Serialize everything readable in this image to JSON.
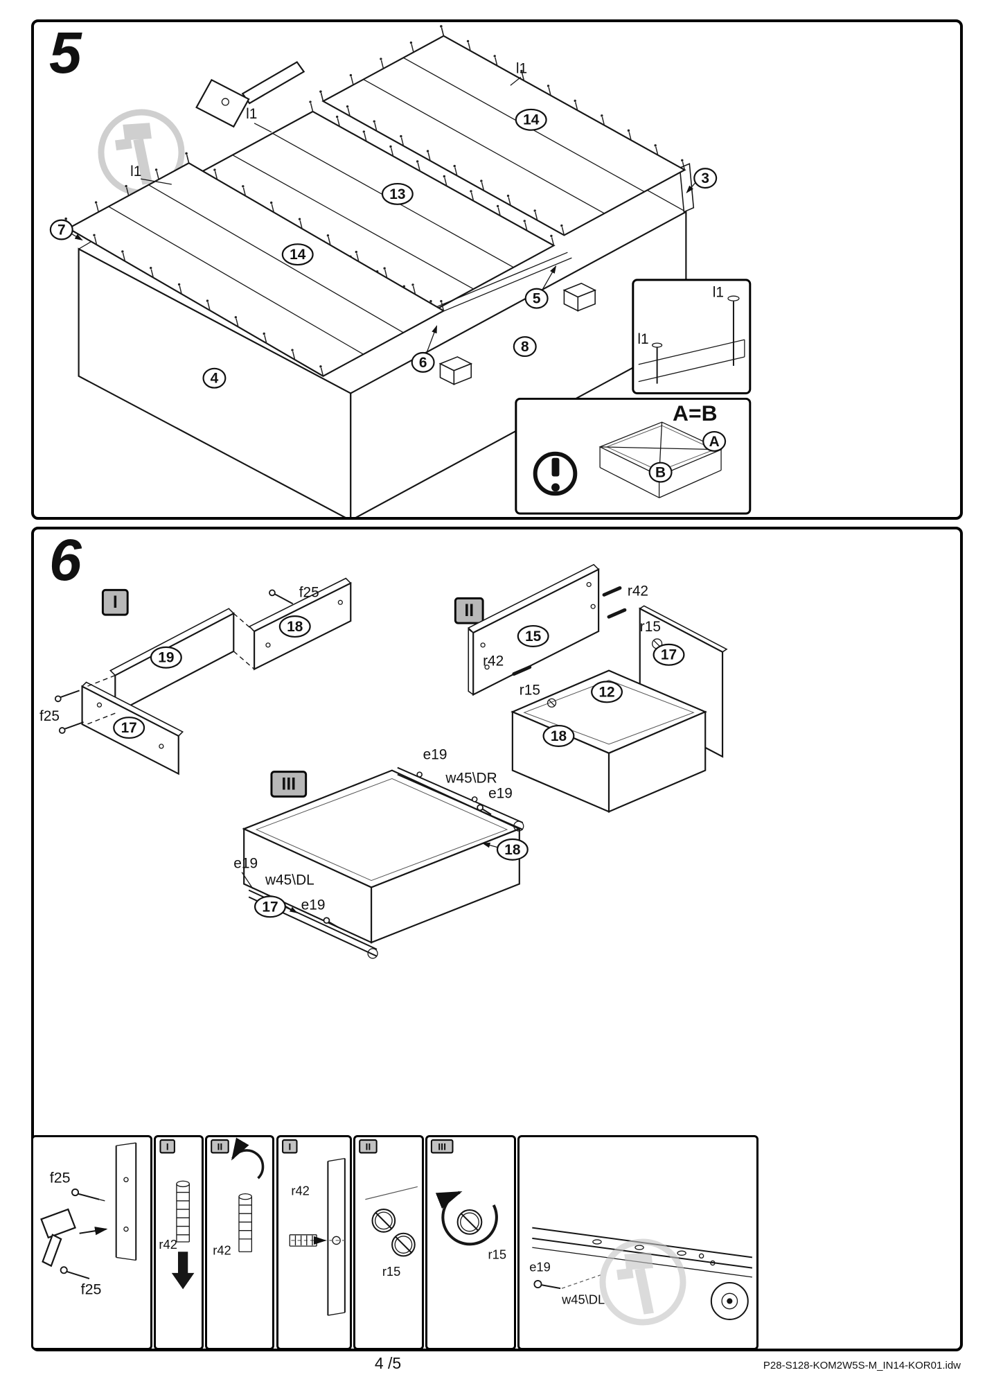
{
  "page": {
    "number": "4 /5",
    "doc_code": "P28-S128-KOM2W5S-M_IN14-KOR01.idw"
  },
  "step5": {
    "number": "5",
    "callouts": {
      "c14_rear": "14",
      "c13": "13",
      "c14_front": "14",
      "c4": "4",
      "c3": "3",
      "c7": "7",
      "c5": "5",
      "c6": "6",
      "c8": "8"
    },
    "nail_labels": {
      "top": "l1",
      "mid": "l1",
      "left": "l1"
    },
    "nail_inset": {
      "left": "l1",
      "right": "l1"
    },
    "ab_inset": {
      "formula": "A=B",
      "a": "A",
      "b": "B",
      "warning": "!"
    }
  },
  "step6": {
    "number": "6",
    "sub1": {
      "header": "I",
      "c19": "19",
      "c18": "18",
      "c17": "17",
      "f25_top": "f25",
      "f25_left": "f25"
    },
    "sub2": {
      "header": "II",
      "c15": "15",
      "c12": "12",
      "c18": "18",
      "c17": "17",
      "r42_top": "r42",
      "r42_left": "r42",
      "r15_right": "r15",
      "r15_mid": "r15"
    },
    "sub3": {
      "header": "III",
      "c18": "18",
      "c17": "17",
      "e19_top": "e19",
      "w45_dr": "w45\\DR",
      "e19_right": "e19",
      "e19_left": "e19",
      "w45_dl": "w45\\DL",
      "e19_bottom": "e19"
    }
  },
  "details": {
    "hammer_box": {
      "f25_top": "f25",
      "f25_bottom": "f25"
    },
    "dowel_insert": {
      "header": "I",
      "label": "r42"
    },
    "dowel_screw": {
      "header": "II",
      "label": "r42"
    },
    "panel_dowel": {
      "header": "I",
      "label": "r42"
    },
    "cam_insert": {
      "header": "II",
      "label": "r15"
    },
    "cam_turn": {
      "header": "III",
      "label": "r15"
    },
    "roller_box": {
      "e19": "e19",
      "w45_dl": "w45\\DL"
    }
  }
}
